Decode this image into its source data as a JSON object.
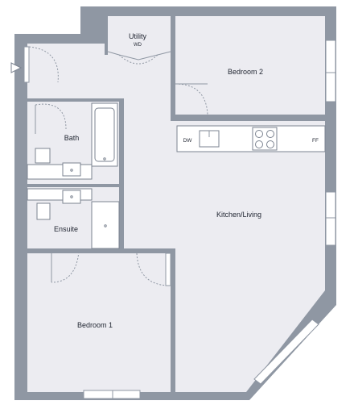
{
  "rooms": {
    "utility": "Utility",
    "bedroom2": "Bedroom 2",
    "bath": "Bath",
    "ensuite": "Ensuite",
    "kitchen_living": "Kitchen/Living",
    "bedroom1": "Bedroom 1"
  },
  "appliances": {
    "washer_dryer": "WD",
    "dishwasher": "DW",
    "fridge_freezer": "FF"
  },
  "colors": {
    "wall": "#8f97a3",
    "floor": "#ececf1",
    "text": "#1f2430"
  }
}
